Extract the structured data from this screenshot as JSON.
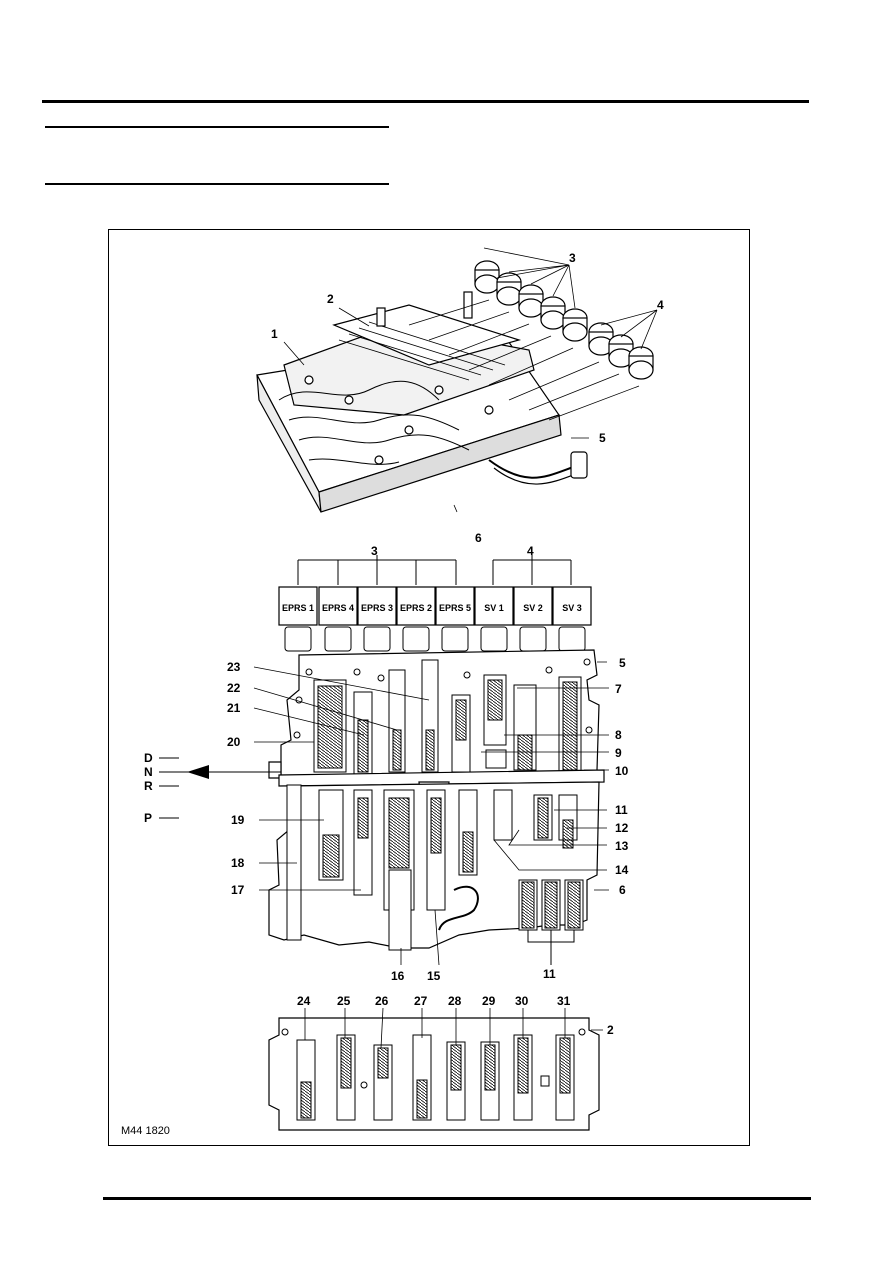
{
  "figure": {
    "reference": "M44 1820",
    "top_callouts": [
      "1",
      "2",
      "3",
      "4",
      "5",
      "6"
    ],
    "solenoid_group_labels": {
      "eprs": "3",
      "sv": "4"
    },
    "solenoids": [
      "EPRS 1",
      "EPRS 4",
      "EPRS 3",
      "EPRS 2",
      "EPRS 5",
      "SV 1",
      "SV 2",
      "SV 3"
    ],
    "gear_positions": [
      "D",
      "N",
      "R",
      "P"
    ],
    "middle_callouts_right": [
      "5",
      "7",
      "8",
      "9",
      "10",
      "11",
      "12",
      "13",
      "14",
      "6"
    ],
    "middle_callouts_left": [
      "23",
      "22",
      "21",
      "20",
      "19",
      "18",
      "17"
    ],
    "middle_callouts_bottom": [
      "16",
      "15",
      "11"
    ],
    "bottom_callouts": [
      "24",
      "25",
      "26",
      "27",
      "28",
      "29",
      "30",
      "31",
      "2"
    ]
  }
}
